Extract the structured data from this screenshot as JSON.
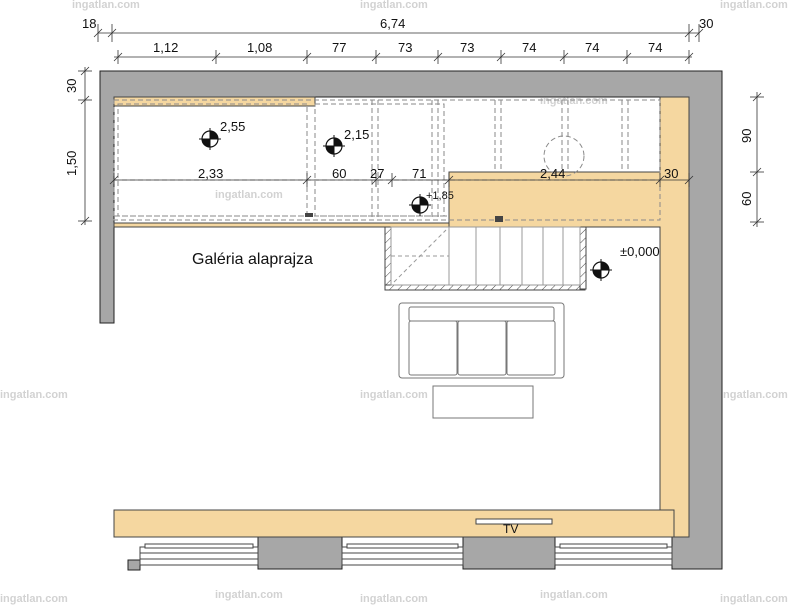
{
  "plan": {
    "title": "Galéria alaprajza",
    "watermark": "ingatlan.com",
    "tv_label": "TV",
    "colors": {
      "wall": "#a7a7a7",
      "wood": "#f5d7a0",
      "line": "#222222",
      "dash": "#9a9a9a"
    },
    "dims_top_overall": [
      "18",
      "6,74",
      "30"
    ],
    "dims_top_segments": [
      "1,12",
      "1,08",
      "77",
      "73",
      "73",
      "74",
      "74",
      "74"
    ],
    "dims_left": [
      "30",
      "1,50"
    ],
    "dims_right": [
      "90",
      "60"
    ],
    "dims_inner": [
      "2,33",
      "60",
      "27",
      "71",
      "2,44",
      "30"
    ],
    "levels": [
      "2,55",
      "2,15",
      "+1,85",
      "±0,000"
    ]
  }
}
